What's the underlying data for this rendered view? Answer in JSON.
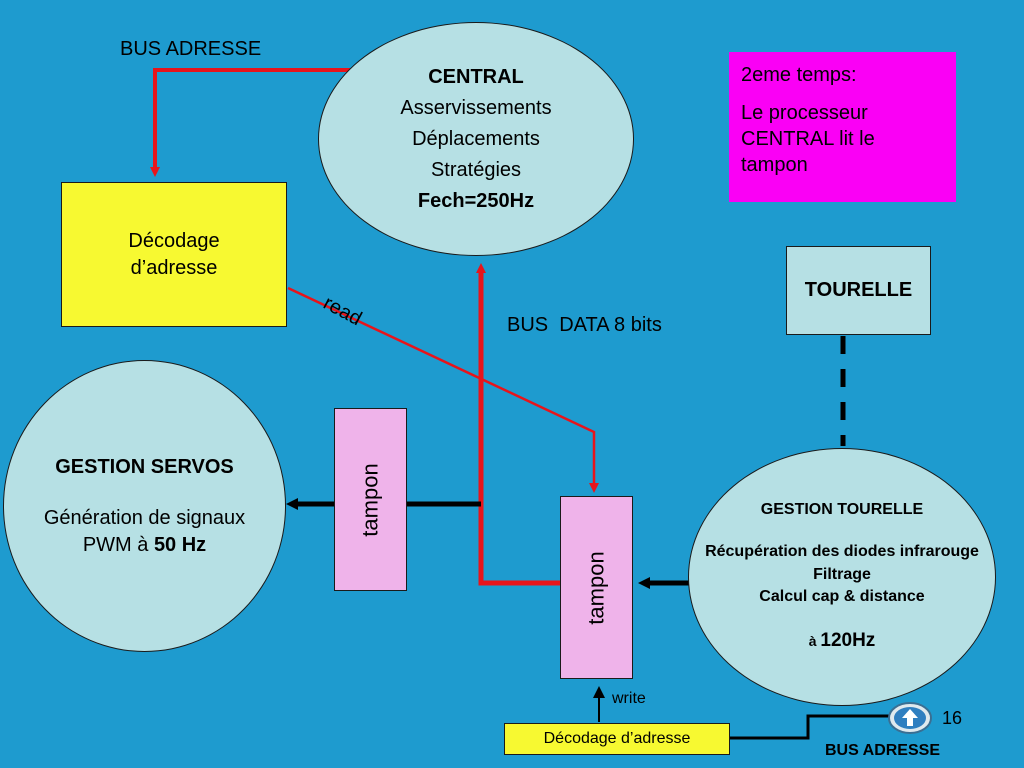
{
  "labels": {
    "bus_adresse_top": "BUS ADRESSE",
    "read": "read",
    "bus_data": "BUS  DATA 8 bits",
    "write": "write",
    "bus_adresse_bottom": "BUS ADRESSE",
    "slide_number": "16"
  },
  "central": {
    "title": "CENTRAL",
    "line1": "Asservissements",
    "line2": "Déplacements",
    "line3": "Stratégies",
    "freq": "Fech=250Hz"
  },
  "note": {
    "line1": "2eme temps:",
    "line2": "Le processeur CENTRAL lit le tampon"
  },
  "decodage_main": {
    "line1": "Décodage",
    "line2": "d’adresse"
  },
  "tourelle": {
    "label": "TOURELLE"
  },
  "gestion_servos": {
    "title": "GESTION SERVOS",
    "line1": "Génération de signaux",
    "line2_prefix": "PWM à ",
    "freq": "50 Hz"
  },
  "tampon_left": {
    "label": "tampon"
  },
  "tampon_right": {
    "label": "tampon"
  },
  "gestion_tourelle": {
    "title": "GESTION TOURELLE",
    "line1": "Récupération des diodes infrarouge",
    "line2": "Filtrage",
    "line3": "Calcul cap & distance",
    "freq_prefix": "à ",
    "freq": "120Hz"
  },
  "decodage_bottom": {
    "label": "Décodage d’adresse"
  },
  "colors": {
    "background": "#1e9bcf",
    "ellipse_fill": "#b6e0e4",
    "decoder_fill": "#f7f931",
    "note_fill": "#fa00f5",
    "tampon_fill": "#efb3ea",
    "tourelle_fill": "#b6e0e4",
    "bus_red": "#e8141b",
    "arrow_black": "#000000"
  },
  "icons": {
    "nav_home": "up-arrow-icon"
  }
}
